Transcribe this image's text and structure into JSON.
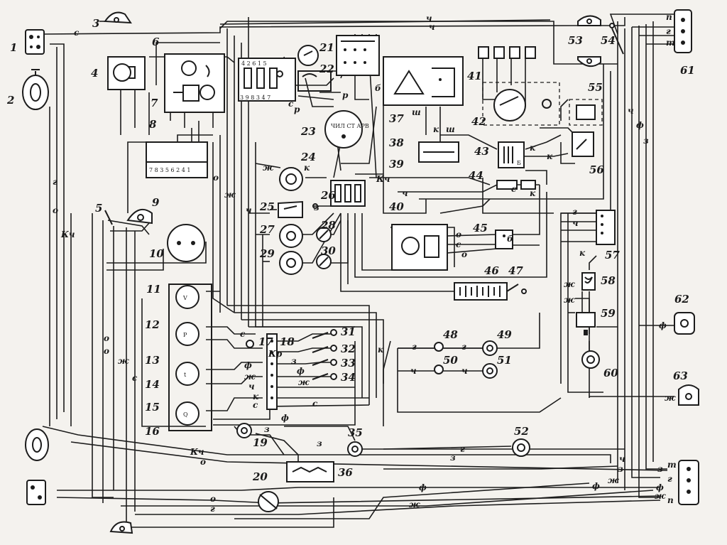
{
  "components": [
    {
      "id": "c1",
      "label": "1"
    },
    {
      "id": "c2",
      "label": "2"
    },
    {
      "id": "c3",
      "label": "3"
    },
    {
      "id": "c4",
      "label": "4"
    },
    {
      "id": "c5",
      "label": "5"
    },
    {
      "id": "c6",
      "label": "6"
    },
    {
      "id": "c7",
      "label": "7"
    },
    {
      "id": "c8",
      "label": "8"
    },
    {
      "id": "c9",
      "label": "9"
    },
    {
      "id": "c10",
      "label": "10"
    },
    {
      "id": "c11",
      "label": "11"
    },
    {
      "id": "c12",
      "label": "12"
    },
    {
      "id": "c13",
      "label": "13"
    },
    {
      "id": "c14",
      "label": "14"
    },
    {
      "id": "c15",
      "label": "15"
    },
    {
      "id": "c16",
      "label": "16"
    },
    {
      "id": "c17",
      "label": "17"
    },
    {
      "id": "c18",
      "label": "18"
    },
    {
      "id": "c19",
      "label": "19"
    },
    {
      "id": "c20",
      "label": "20"
    },
    {
      "id": "c21",
      "label": "21"
    },
    {
      "id": "c22",
      "label": "22"
    },
    {
      "id": "c23",
      "label": "23"
    },
    {
      "id": "c24",
      "label": "24"
    },
    {
      "id": "c25",
      "label": "25"
    },
    {
      "id": "c26",
      "label": "26"
    },
    {
      "id": "c27",
      "label": "27"
    },
    {
      "id": "c28",
      "label": "28"
    },
    {
      "id": "c29",
      "label": "29"
    },
    {
      "id": "c30",
      "label": "30"
    },
    {
      "id": "c31",
      "label": "31"
    },
    {
      "id": "c32",
      "label": "32"
    },
    {
      "id": "c33",
      "label": "33"
    },
    {
      "id": "c34",
      "label": "34"
    },
    {
      "id": "c35",
      "label": "35"
    },
    {
      "id": "c36",
      "label": "36"
    },
    {
      "id": "c37",
      "label": "37"
    },
    {
      "id": "c38",
      "label": "38"
    },
    {
      "id": "c39",
      "label": "39"
    },
    {
      "id": "c40",
      "label": "40"
    },
    {
      "id": "c41",
      "label": "41"
    },
    {
      "id": "c42",
      "label": "42"
    },
    {
      "id": "c43",
      "label": "43"
    },
    {
      "id": "c44",
      "label": "44"
    },
    {
      "id": "c45",
      "label": "45"
    },
    {
      "id": "c46",
      "label": "46"
    },
    {
      "id": "c47",
      "label": "47"
    },
    {
      "id": "c48",
      "label": "48"
    },
    {
      "id": "c49",
      "label": "49"
    },
    {
      "id": "c50",
      "label": "50"
    },
    {
      "id": "c51",
      "label": "51"
    },
    {
      "id": "c52",
      "label": "52"
    },
    {
      "id": "c53",
      "label": "53"
    },
    {
      "id": "c54",
      "label": "54"
    },
    {
      "id": "c55",
      "label": "55"
    },
    {
      "id": "c56",
      "label": "56"
    },
    {
      "id": "c57",
      "label": "57"
    },
    {
      "id": "c58",
      "label": "58"
    },
    {
      "id": "c59",
      "label": "59"
    },
    {
      "id": "c60",
      "label": "60"
    },
    {
      "id": "c61",
      "label": "61"
    },
    {
      "id": "c62",
      "label": "62"
    },
    {
      "id": "c63",
      "label": "63"
    }
  ],
  "wire_labels": {
    "s": "с",
    "ch": "ч",
    "g": "г",
    "o": "о",
    "kch": "Кч",
    "zh": "ж",
    "z": "з",
    "f": "ф",
    "k": "к",
    "r": "р",
    "sh": "ш",
    "p": "п",
    "kr": "Кр",
    "ub": "б",
    "t": "т"
  },
  "pin_labels": {
    "block8": "7 8 3 5 6 2 4 1",
    "relay6_top": "4 2  6 1 5",
    "relay6_bottom": "3  9 8 3 4 7",
    "fuse23": "ЧИЛ СТ АРВ",
    "gauge11": "V",
    "gauge12": "Р",
    "gauge14": "t",
    "gauge16": "Q",
    "res43": "Б"
  },
  "colors": {
    "ink": "#1c1c1c",
    "paper": "#f4f2ee"
  }
}
